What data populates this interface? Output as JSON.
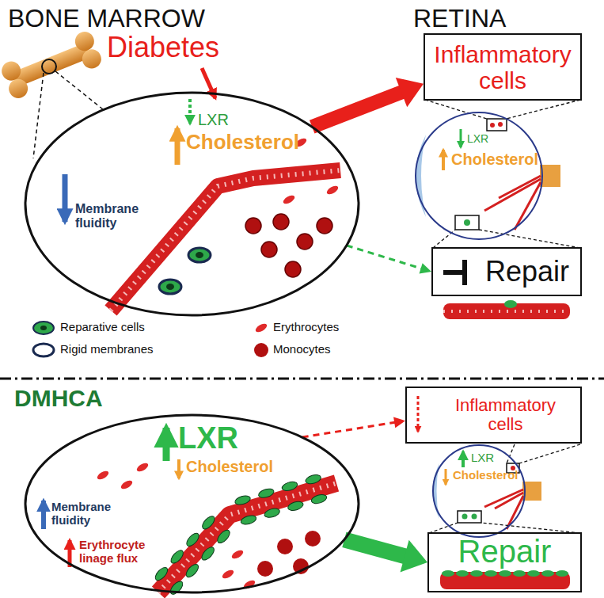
{
  "diagram": {
    "nodes": [
      {
        "text": [
          "LXR",
          "Cholesterol",
          "Membrane fluidity"
        ]
      },
      {
        "text": [
          "Inflammatory cells"
        ]
      },
      {
        "text": [
          "LXR",
          "Cholesterol"
        ]
      },
      {
        "text": [
          "Repair"
        ]
      },
      {
        "text": [
          "LXR",
          "Cholesterol",
          "Membrane fluidity",
          "Erythrocyte linage flux"
        ]
      },
      {
        "text": [
          "Inflammatory cells"
        ]
      },
      {
        "text": [
          "LXR",
          "Cholesterol"
        ]
      },
      {
        "text": [
          "Repair"
        ]
      }
    ],
    "edges": [
      {
        "from": 0,
        "to": 1,
        "arrow": "to"
      },
      {
        "from": 0,
        "to": 3,
        "arrow": "to"
      },
      {
        "from": 4,
        "to": 5,
        "arrow": "to"
      },
      {
        "from": 4,
        "to": 7,
        "arrow": "to"
      }
    ],
    "labels": [
      "BONE MARROW",
      "RETINA",
      "Diabetes",
      "DMHCA"
    ],
    "legend": [
      {
        "text": "Reparative cells"
      },
      {
        "text": "Rigid membranes"
      },
      {
        "text": "Erythrocytes"
      },
      {
        "text": "Monocytes"
      }
    ]
  }
}
